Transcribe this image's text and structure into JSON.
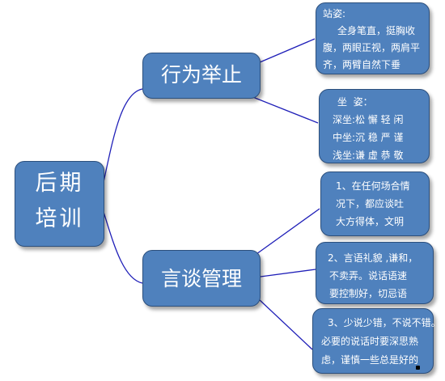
{
  "root": {
    "line1": "后期",
    "line2": "培训"
  },
  "branches": {
    "behavior": {
      "label": "行为举止"
    },
    "speech": {
      "label": "言谈管理"
    }
  },
  "leaves": {
    "standing": {
      "title": "站姿:",
      "lines": [
        "全身笔直，挺胸收",
        "腹，两眼正视，两肩平",
        "齐，两臂自然下垂"
      ]
    },
    "sitting": {
      "title": "坐  姿：",
      "lines": [
        "深坐:松 懈 轻 闲",
        "中坐:沉 稳 严 谨",
        "浅坐:谦 虚 恭 敬"
      ]
    },
    "speech1": {
      "lines": [
        "1、在任何场合情",
        "况下，都应谈吐",
        "大方得体，文明"
      ]
    },
    "speech2": {
      "lines": [
        "2、言语礼貌 ,谦和，",
        "不卖弄。说话语速",
        "要控制好，切忌语"
      ]
    },
    "speech3": {
      "lines": [
        "3、少说少错，不说不错。",
        "必要的说话时要深思熟",
        "虑，谨慎一些总是好的"
      ]
    }
  },
  "colors": {
    "box_fill": "#4f81bd",
    "box_border": "#2c4f7c",
    "connector": "#1f1fb8"
  }
}
